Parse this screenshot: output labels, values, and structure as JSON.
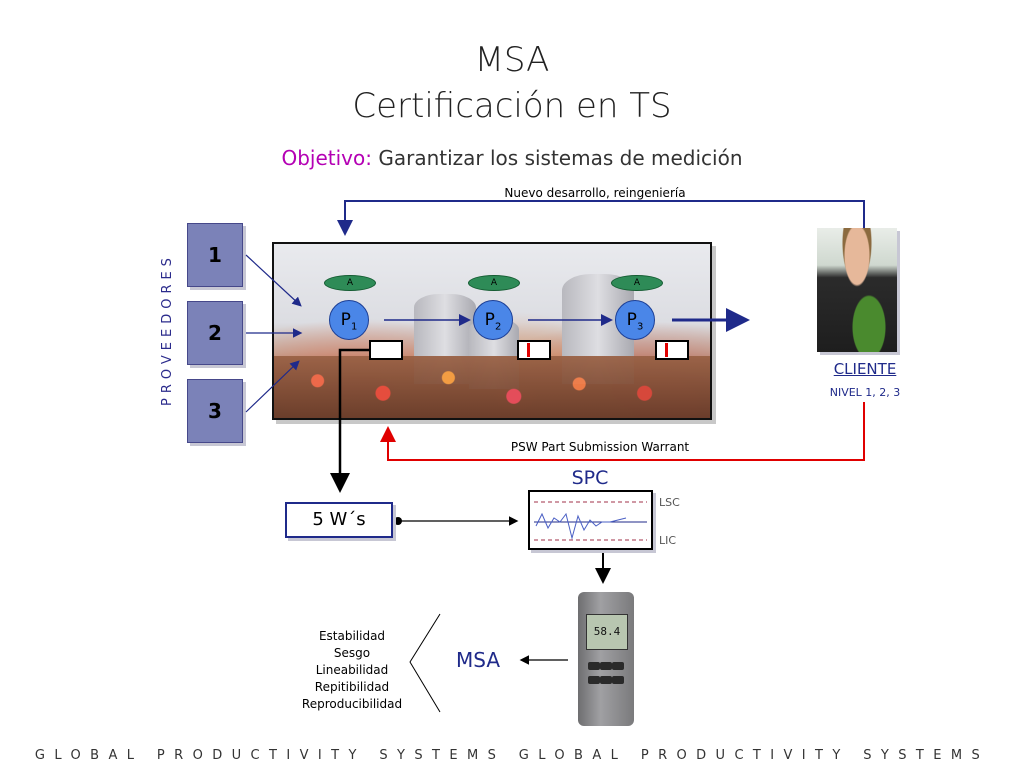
{
  "title": {
    "line1": "MSA",
    "line2": "Certificación en TS"
  },
  "objective": {
    "label": "Objetivo:",
    "text": "Garantizar los sistemas de medición"
  },
  "suppliers": {
    "vertical_label": "PROVEEDORES",
    "items": [
      "1",
      "2",
      "3"
    ]
  },
  "process": {
    "ellipse_label": "A",
    "steps": [
      {
        "letter": "P",
        "index": "1"
      },
      {
        "letter": "P",
        "index": "2"
      },
      {
        "letter": "P",
        "index": "3"
      }
    ]
  },
  "feedback": {
    "top_label": "Nuevo desarrollo, reingeniería",
    "bottom_label": "PSW Part Submission Warrant"
  },
  "client": {
    "label": "CLIENTE",
    "level": "NIVEL 1, 2, 3"
  },
  "five_ws": "5 W´s",
  "spc": {
    "title": "SPC",
    "upper_limit": "LSC",
    "lower_limit": "LIC"
  },
  "meter": {
    "display": "58.4"
  },
  "msa": {
    "label": "MSA",
    "criteria": [
      "Estabilidad",
      "Sesgo",
      "Lineabilidad",
      "Repitibilidad",
      "Reproducibilidad"
    ]
  },
  "footer": "GLOBAL PRODUCTIVITY SYSTEMS GLOBAL PRODUCTIVITY SYSTEMS",
  "colors": {
    "navy": "#1f2a8a",
    "magenta": "#b400b4",
    "red_feedback": "#e00000",
    "supplier_box": "#7b82b8",
    "process_circle": "#4a86e8",
    "ellipse_green": "#2e8b57"
  }
}
